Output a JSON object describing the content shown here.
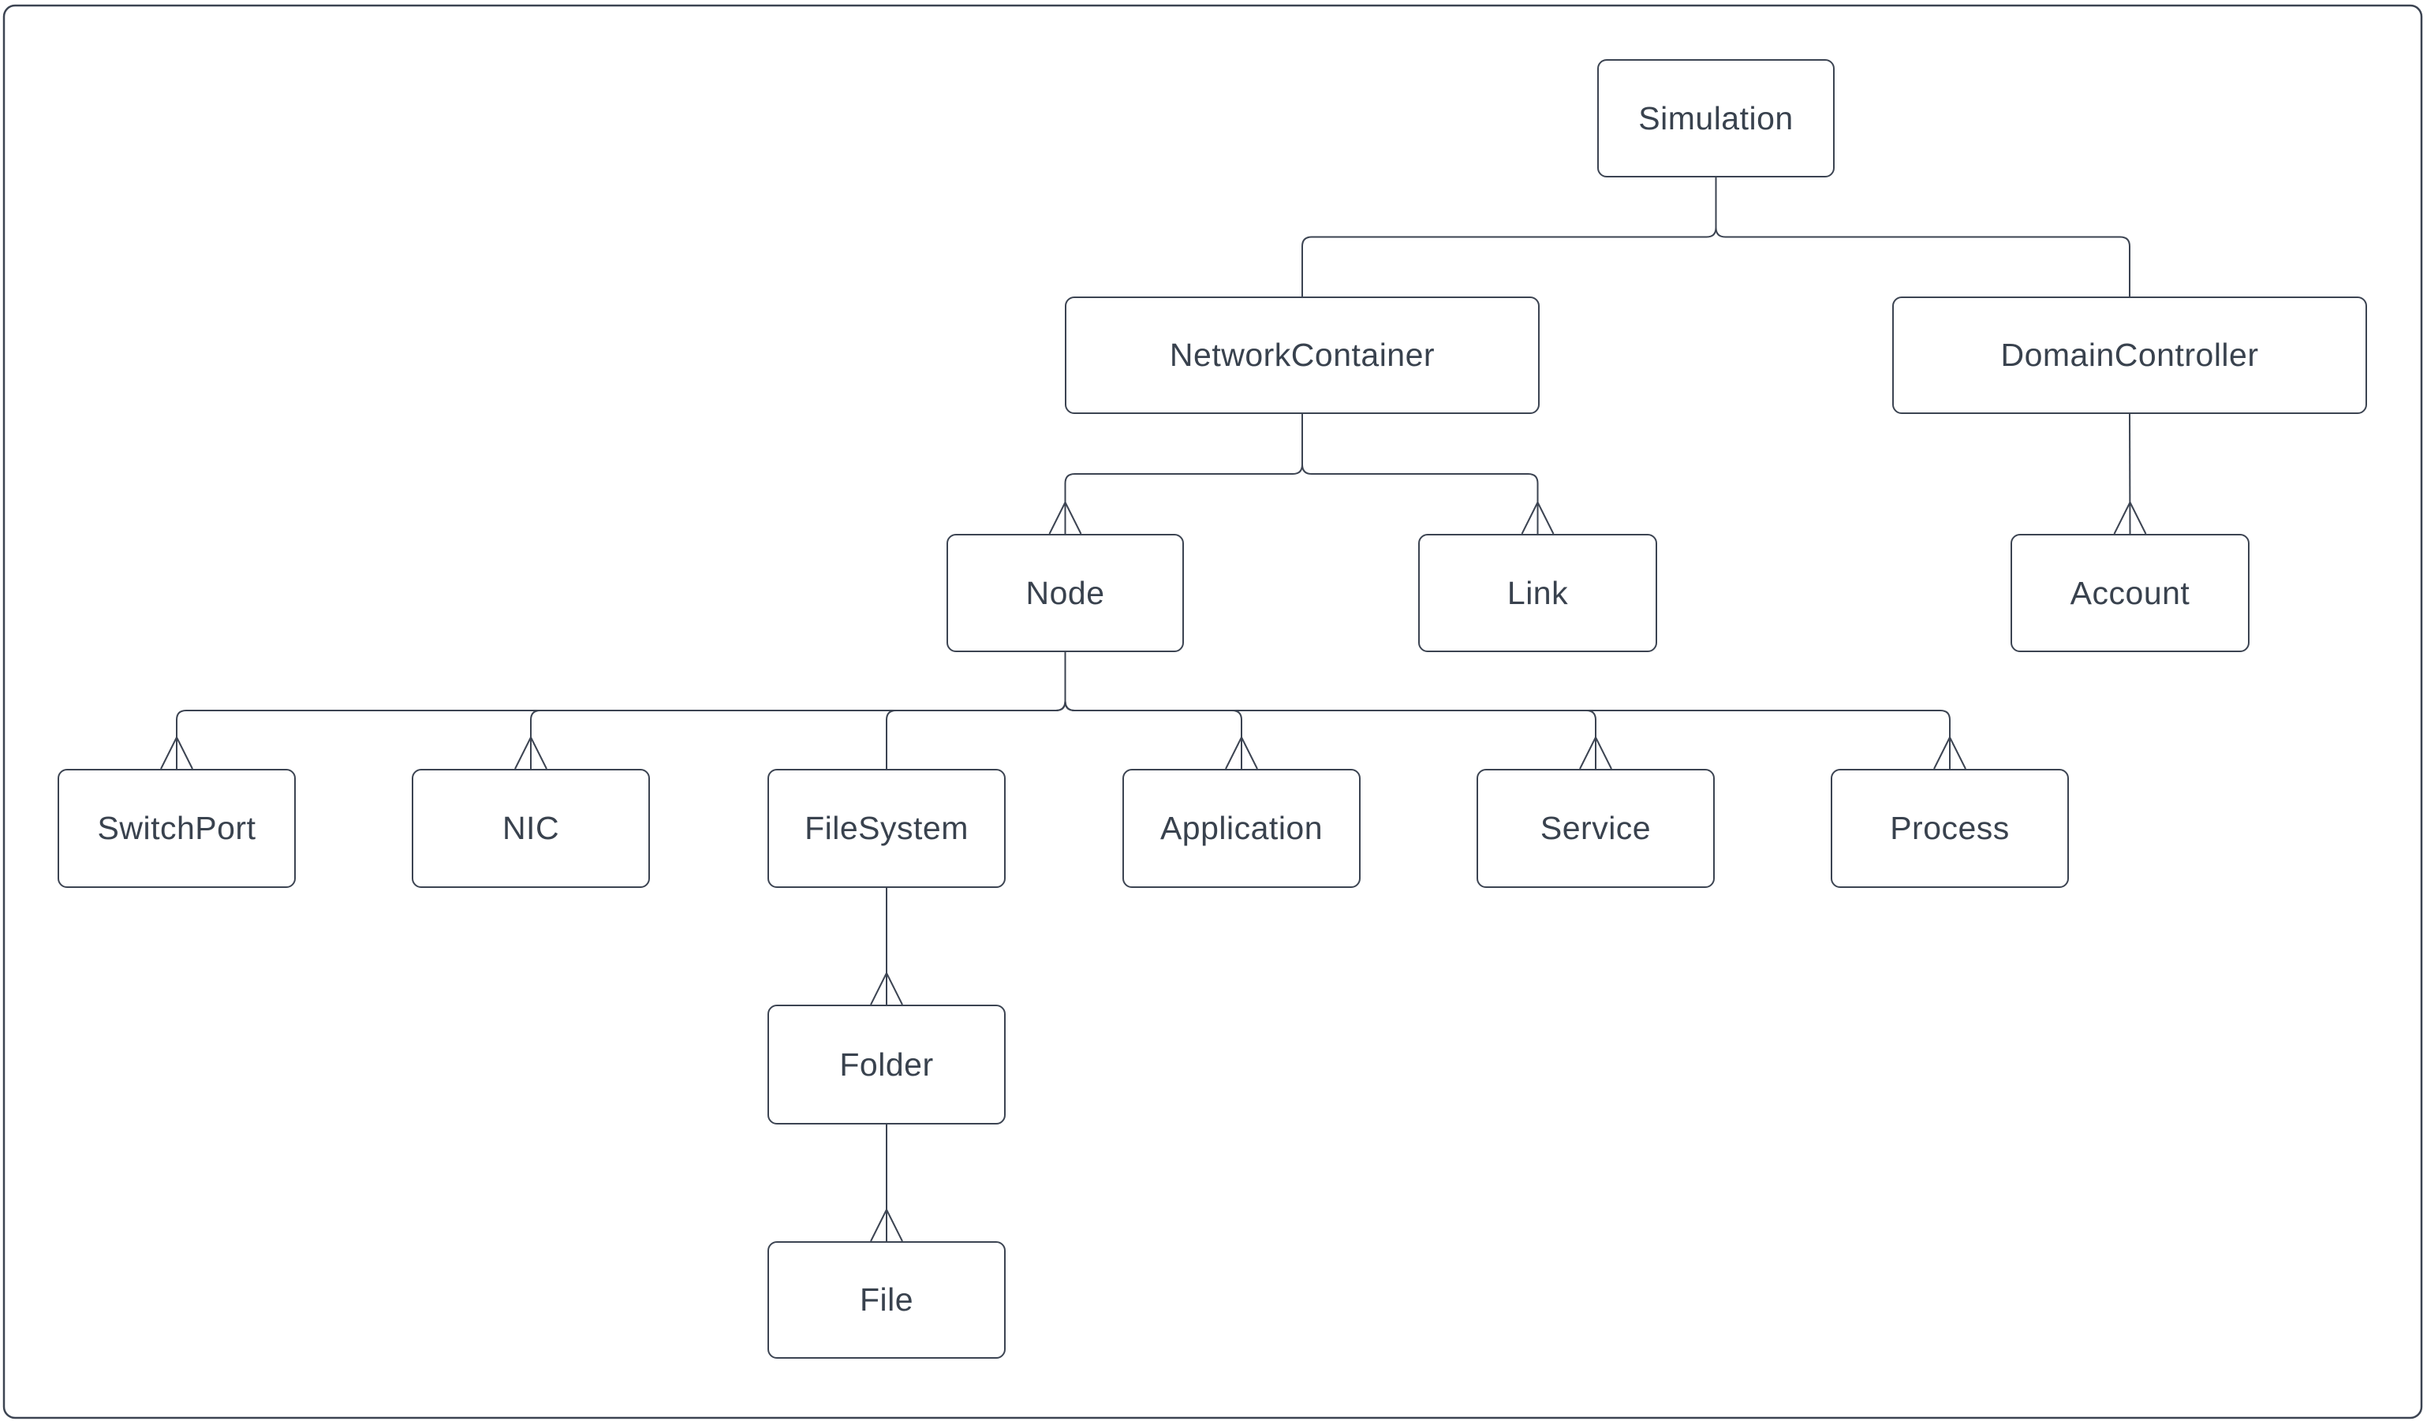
{
  "diagram": {
    "type": "hierarchy-class-diagram",
    "nodes": [
      {
        "id": "simulation",
        "label": "Simulation"
      },
      {
        "id": "networkcontainer",
        "label": "NetworkContainer"
      },
      {
        "id": "domaincontroller",
        "label": "DomainController"
      },
      {
        "id": "node",
        "label": "Node"
      },
      {
        "id": "link",
        "label": "Link"
      },
      {
        "id": "account",
        "label": "Account"
      },
      {
        "id": "switchport",
        "label": "SwitchPort"
      },
      {
        "id": "nic",
        "label": "NIC"
      },
      {
        "id": "filesystem",
        "label": "FileSystem"
      },
      {
        "id": "application",
        "label": "Application"
      },
      {
        "id": "service",
        "label": "Service"
      },
      {
        "id": "process",
        "label": "Process"
      },
      {
        "id": "folder",
        "label": "Folder"
      },
      {
        "id": "file",
        "label": "File"
      }
    ],
    "edges": [
      {
        "from": "simulation",
        "to": "networkcontainer",
        "arrowhead": false
      },
      {
        "from": "simulation",
        "to": "domaincontroller",
        "arrowhead": false
      },
      {
        "from": "networkcontainer",
        "to": "node",
        "arrowhead": true
      },
      {
        "from": "networkcontainer",
        "to": "link",
        "arrowhead": true
      },
      {
        "from": "domaincontroller",
        "to": "account",
        "arrowhead": true
      },
      {
        "from": "node",
        "to": "switchport",
        "arrowhead": true
      },
      {
        "from": "node",
        "to": "nic",
        "arrowhead": true
      },
      {
        "from": "node",
        "to": "filesystem",
        "arrowhead": false
      },
      {
        "from": "node",
        "to": "application",
        "arrowhead": true
      },
      {
        "from": "node",
        "to": "service",
        "arrowhead": true
      },
      {
        "from": "node",
        "to": "process",
        "arrowhead": true
      },
      {
        "from": "filesystem",
        "to": "folder",
        "arrowhead": true
      },
      {
        "from": "folder",
        "to": "file",
        "arrowhead": true
      }
    ],
    "colors": {
      "stroke": "#3c4452",
      "text": "#39424e",
      "background": "#ffffff"
    }
  }
}
